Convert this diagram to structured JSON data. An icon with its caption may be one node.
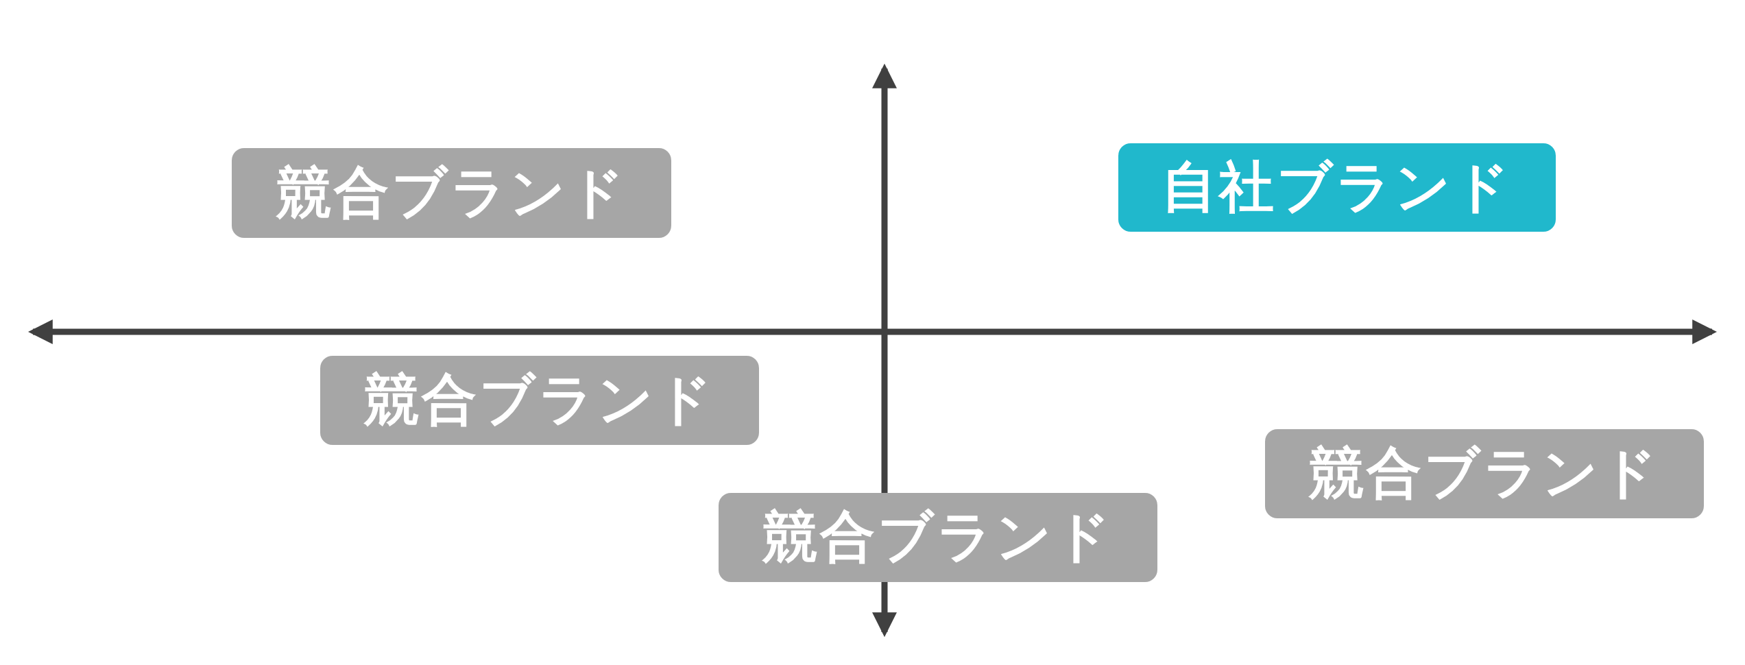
{
  "diagram": {
    "nodes": [
      {
        "text": [
          "競合ブランド"
        ]
      },
      {
        "text": [
          "自社ブランド"
        ]
      },
      {
        "text": [
          "競合ブランド"
        ]
      },
      {
        "text": [
          "競合ブランド"
        ]
      },
      {
        "text": [
          "競合ブランド"
        ]
      }
    ]
  }
}
